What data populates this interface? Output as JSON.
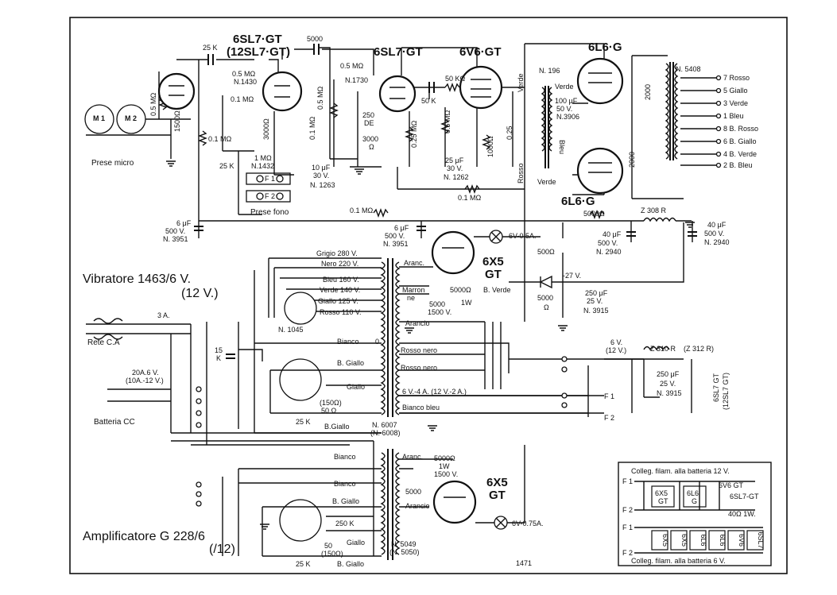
{
  "tubes": {
    "v1a": "6SL7·GT",
    "v1b": "(12SL7·GT)",
    "v2": "6SL7·GT",
    "v3": "6V6·GT",
    "v4a": "6L6·G",
    "v4b": "6L6·G",
    "rect1a": "6X5",
    "rect1b": "GT",
    "rect2a": "6X5",
    "rect2b": "GT"
  },
  "titles": {
    "vibratore": "Vibratore 1463/6 V.",
    "vibratore_sub": "(12 V.)",
    "amplificatore": "Amplificatore G 228/6",
    "amplificatore_sub": "(/12)"
  },
  "sections": {
    "prese_micro": "Prese micro",
    "prese_fono": "Prese fono",
    "rete": "Rete C.A",
    "batteria": "Batteria CC",
    "mic1": "M 1",
    "mic2": "M 2",
    "fono1": "F 1",
    "fono2": "F 2"
  },
  "components": {
    "c25k_top": "25 K",
    "c5000_top": "5000",
    "r05m_n1430": "0.5 MΩ",
    "n1430": "N.1430",
    "r05m_n1730": "0.5 MΩ",
    "n1730": "N.1730",
    "r01m_a": "0.1 MΩ",
    "r05m_grid": "0.5 MΩ",
    "r1500": "1500Ω",
    "r01m_left": "0.1 MΩ",
    "r1m_n1432": "1 MΩ",
    "n1432": "N.1432",
    "c25k_mid": "25 K",
    "r3000_a": "3000Ω",
    "r01m_b": "0.1 MΩ",
    "c10uf": "10 μF",
    "c10uf_v": "30 V.",
    "n1263": "N. 1263",
    "r05m_v2": "0.5 MΩ",
    "c250": "250",
    "c250b": "DE",
    "r3000_b": "3000",
    "r3000_bu": "Ω",
    "r025m_a": "0.25 MΩ",
    "r50k": "50 KΩ",
    "c50k": "50 K",
    "r05m_v3": "0.5 MΩ",
    "c25uf": "25 μF",
    "c25uf_v": "30 V.",
    "n1262": "N. 1262",
    "r1000": "1000Ω",
    "c025": "0.25",
    "n196": "N. 196",
    "c100uf": "100 μF",
    "c100uf_v": "50 V.",
    "n3906": "N.3906",
    "c2000a": "2000",
    "c2000b": "2000",
    "n5408": "N. 5408",
    "r01m_fb": "0.1 MΩ",
    "r01m_bot": "0.1 MΩ",
    "c6uf_a": "6 μF",
    "c6uf_av": "500 V.",
    "n3951_a": "N. 3951",
    "c6uf_b": "6 μF",
    "c6uf_bv": "500 V.",
    "n3951_b": "N. 3951",
    "r5000_hv": "5000Ω",
    "z308": "Z 308 R",
    "c40uf_a": "40 μF",
    "c40uf_av": "500 V.",
    "n2940_a": "N. 2940",
    "c40uf_b": "40 μF",
    "c40uf_bv": "500 V.",
    "n2940_b": "N. 2940",
    "r500": "500Ω",
    "v27": "-27 V.",
    "c250uf": "250 μF",
    "c250uf_v": "25 V.",
    "n3915": "N. 3915",
    "r5000_bias": "5000",
    "r5000_bias_u": "Ω",
    "lamp1": "6V-0.5A.",
    "lamp2": "6V-0.75A.",
    "r5000_1w_a": "5000Ω",
    "r5000_1w_a_w": "1W",
    "c5000_1500a": "5000",
    "c5000_1500av": "1500 V.",
    "n1045": "N. 1045",
    "fuse3a": "3 A.",
    "c15k": "15",
    "c15k_u": "K",
    "fuse20a": "20A.6 V.",
    "fuse20a_b": "(10A.-12 V.)",
    "r150": "(150Ω)",
    "r50": "50 Ω",
    "c25k_vib": "25 K",
    "n6007": "N. 6007",
    "n6008": "(N. 6008)",
    "z310": "Z 310 R",
    "z312": "(Z 312 R)",
    "v6v12": "6 V.",
    "v6v12b": "(12 V.)",
    "c250uf_b": "250 μF",
    "c250uf_bv": "25 V.",
    "n3915_b": "N. 3915",
    "sl7_side": "6SL7 GT",
    "sl7_side_b": "(12SL7 GT)",
    "r5000_1w_b": "5000Ω",
    "r5000_1w_bw": "1W",
    "r5000_1w_bv": "1500 V.",
    "c5000_b": "5000",
    "c250k": "250 K",
    "r50_b": "50",
    "r150_b": "(150Ω)",
    "c25k_amp": "25 K",
    "n5049": "N. 5049",
    "n5050": "(N. 5050)",
    "figure_no": "1471"
  },
  "wires": {
    "grigio": "Grigio 280 V.",
    "nero": "Nero 220 V.",
    "bleu": "Bleu 160 V.",
    "verde": "Verde 140 V.",
    "giallo": "Giallo 125 V.",
    "rosso": "Rosso 110 V.",
    "aranc": "Aranc.",
    "marron": "Marron",
    "marron2": "ne",
    "arancio_b": "Arancio",
    "bverde": "B. Verde",
    "bianco": "Bianco",
    "bianco_o": "0",
    "rosso_nero1": "Rosso nero",
    "rosso_nero2": "Rosso nero",
    "bgiallo": "B. Giallo",
    "giallo_b": "Giallo",
    "fil": "6 V.-4 A. (12 V.-2 A.)",
    "bianco_bleu": "Bianco bleu",
    "bgiallo_b": "B.Giallo",
    "bianco2": "Bianco",
    "bianco3": "Bianco",
    "aranc2": "Aranc.",
    "arancio2": "Arancio",
    "bgiallo_c": "B. Giallo",
    "giallo_c": "Giallo",
    "bgiallo_d": "B. Giallo",
    "verde_ot": "Verde",
    "bleu_ot": "Bleu",
    "rosso_ot": "Rosso",
    "verde_ot2": "Verde",
    "verde_top": "Verde",
    "f1": "F 1",
    "f2": "F 2"
  },
  "output_taps": [
    "7 Rosso",
    "5 Giallo",
    "3 Verde",
    "1 Bleu",
    "8 B. Rosso",
    "6 B. Giallo",
    "4 B. Verde",
    "2 B. Bleu"
  ],
  "inset": {
    "title12": "Colleg. filam. alla batteria 12 V.",
    "f1": "F 1",
    "f2": "F 2",
    "t6x5": "6X5",
    "t6x5b": "GT",
    "t6l6": "6L6",
    "t6l6b": "G",
    "lbl_6v6": "6V6 GT",
    "lbl_6sl7": "6SL7-GT",
    "lbl_40": "40Ω 1W.",
    "f1b": "F 1",
    "f2b": "F 2",
    "row": [
      "6X5",
      "6X5",
      "6L6",
      "6L6",
      "6V6",
      "6SL7"
    ],
    "title6": "Colleg. filam. alla batteria 6 V."
  }
}
